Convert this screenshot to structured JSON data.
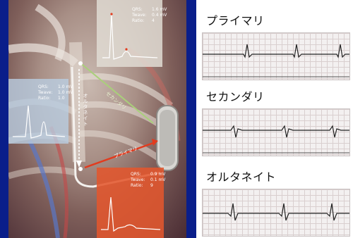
{
  "panels": {
    "top": {
      "rows": [
        {
          "k": "QRS:",
          "v": "1.6 mV"
        },
        {
          "k": "Twave:",
          "v": "0.4 mV"
        },
        {
          "k": "Ratio:",
          "v": "4"
        }
      ]
    },
    "left": {
      "rows": [
        {
          "k": "QRS:",
          "v": "1.0 mV"
        },
        {
          "k": "Twave:",
          "v": "1.0 mV"
        },
        {
          "k": "Ratio:",
          "v": "1.0"
        }
      ]
    },
    "bottom": {
      "rows": [
        {
          "k": "QRS:",
          "v": "0.9 mV"
        },
        {
          "k": "Twave:",
          "v": "0.1 mV"
        },
        {
          "k": "Ratio:",
          "v": "9"
        }
      ]
    }
  },
  "vector_labels": {
    "alternate": "オルタネイト",
    "secondary": "セカンダリ",
    "primary": "プライマリ"
  },
  "strips": [
    {
      "title": "プライマリ"
    },
    {
      "title": "セカンダリ"
    },
    {
      "title": "オルタネイト"
    }
  ],
  "colors": {
    "background": "#0a1e8a",
    "top_panel": "#d8d2c8",
    "left_panel": "#b8c8dc",
    "bottom_panel": "#e2572e",
    "arrow_red": "#e23b1e",
    "arrow_green": "#a9d07a"
  }
}
